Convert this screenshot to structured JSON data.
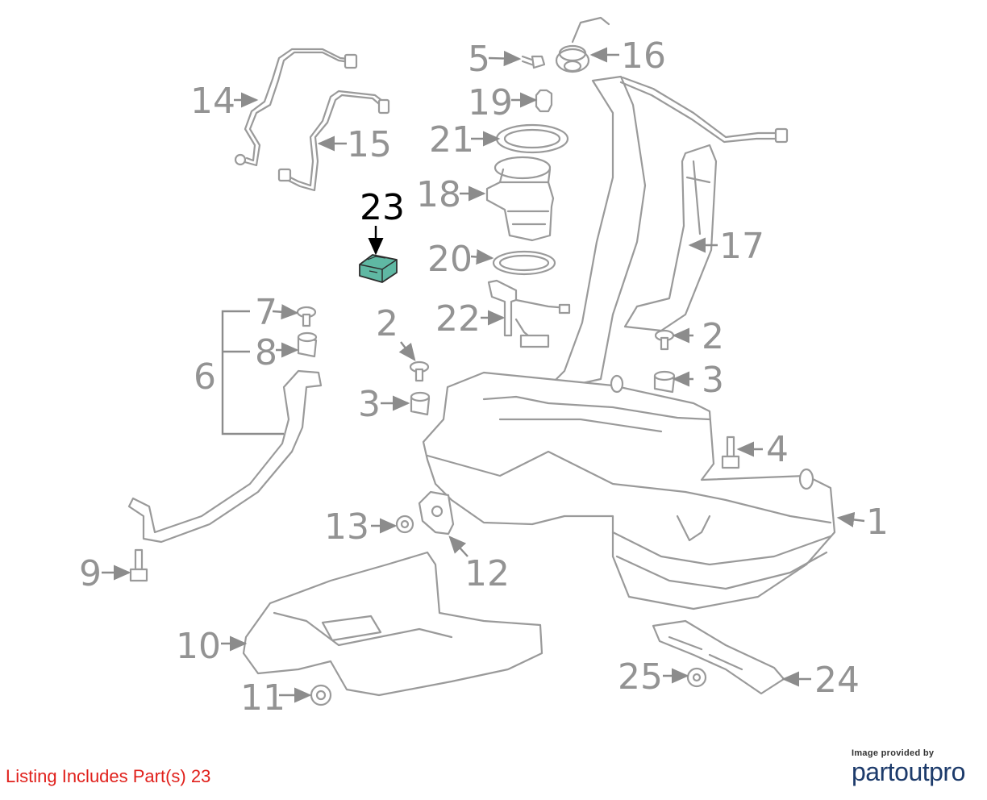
{
  "diagram": {
    "highlighted_part": "23",
    "callouts": [
      "1",
      "2",
      "2",
      "3",
      "3",
      "4",
      "5",
      "6",
      "7",
      "8",
      "9",
      "10",
      "11",
      "12",
      "13",
      "14",
      "15",
      "16",
      "17",
      "18",
      "19",
      "20",
      "21",
      "22",
      "23",
      "24",
      "25"
    ],
    "highlight_color": "#5fb8a3",
    "line_color": "#9a9a9a"
  },
  "footer": {
    "note": "Listing Includes Part(s) 23",
    "note_color": "#e0201b"
  },
  "credit": {
    "provided_by": "Image provided by",
    "brand": "partoutpro"
  }
}
